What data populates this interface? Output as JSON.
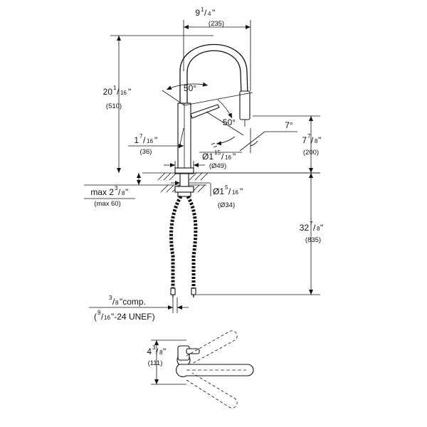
{
  "dimensions": {
    "width_total": {
      "whole": "9",
      "num": "1",
      "den": "4",
      "metric": "(235)"
    },
    "height_total": {
      "whole": "20",
      "num": "1",
      "den": "16",
      "metric": "(510)"
    },
    "swivel_angle": "50°",
    "spray_angle": "50°",
    "tilt_angle": "7°",
    "spout_height": {
      "whole": "7",
      "num": "7",
      "den": "8",
      "metric": "(200)"
    },
    "lever_offset": {
      "whole": "1",
      "num": "7",
      "den": "16",
      "metric": "(36)"
    },
    "base_diameter": {
      "prefix": "Ø1",
      "num": "15",
      "den": "16",
      "metric": "(Ø49)"
    },
    "shank_diameter": {
      "prefix": "Ø1",
      "num": "5",
      "den": "16",
      "metric": "(Ø34)"
    },
    "max_deck": {
      "prefix": "max 2",
      "num": "3",
      "den": "8",
      "metric": "(max 60)"
    },
    "hose_length": {
      "whole": "32",
      "num": "7",
      "den": "8",
      "metric": "(835)"
    },
    "connection": {
      "num": "3",
      "den": "8",
      "suffix": "\"comp.",
      "line2_open": "(",
      "line2_num": "9",
      "line2_den": "16",
      "line2_rest": "\"-24 UNEF)"
    },
    "plan_depth": {
      "whole": "4",
      "num": "3",
      "den": "8",
      "metric": "(111)"
    }
  }
}
